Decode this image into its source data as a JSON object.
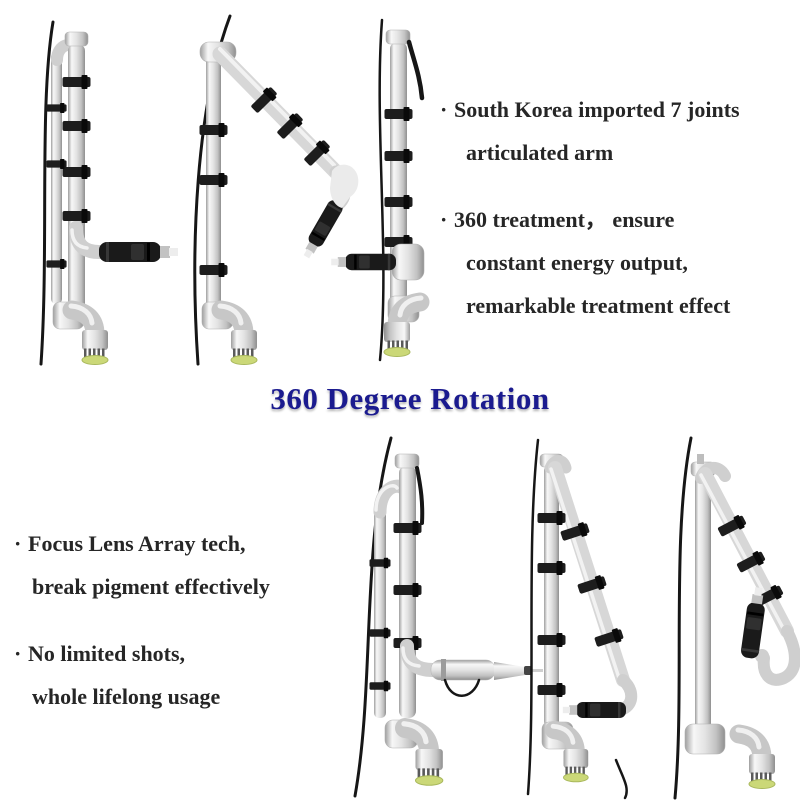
{
  "bullet_char": "·",
  "title": {
    "text": "360 Degree Rotation",
    "color": "#1b1b8f"
  },
  "features_top": {
    "items": [
      {
        "lines": [
          "South Korea imported 7 joints",
          "articulated arm"
        ]
      },
      {
        "lines": [
          "360 treatment， ensure",
          "constant energy output,",
          "remarkable treatment effect"
        ]
      }
    ]
  },
  "features_bottom": {
    "items": [
      {
        "lines": [
          "Focus Lens Array tech,",
          "break pigment effectively"
        ]
      },
      {
        "lines": [
          "No limited shots,",
          "whole lifelong usage"
        ]
      }
    ]
  },
  "arm_photos": {
    "colors": {
      "metal": "#d6d6d6",
      "strap": "#1d1d1d",
      "cable": "#161616",
      "tip_ring": "#cbd878",
      "handpiece": "#1a1a1a"
    },
    "poses": [
      {
        "id": "top-left",
        "pose": "vertical arm, black handpiece extended right, green tip down"
      },
      {
        "id": "top-middle",
        "pose": "arm opened diagonally, black handpiece angled down"
      },
      {
        "id": "top-right",
        "pose": "vertical arm, black handpiece extended left"
      },
      {
        "id": "bottom-left",
        "pose": "vertical arm, silver handpiece extended right"
      },
      {
        "id": "bottom-middle",
        "pose": "arm folded narrow, black handpiece pointing left"
      },
      {
        "id": "bottom-right",
        "pose": "arm opened diagonally, black handpiece pointing up"
      }
    ]
  }
}
